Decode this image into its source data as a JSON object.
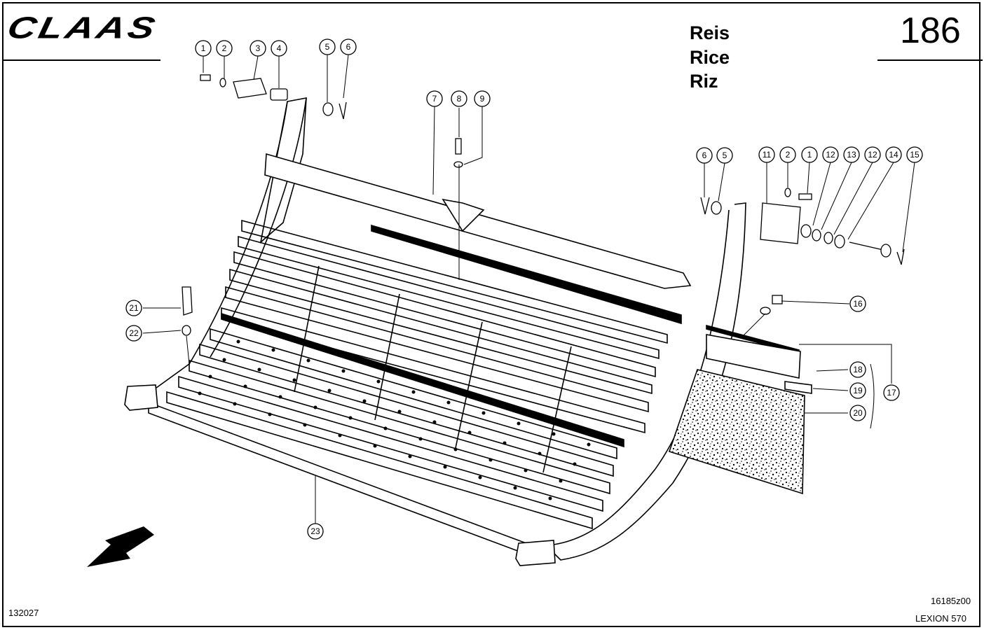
{
  "header": {
    "brand": "CLAAS",
    "titles": [
      "Reis",
      "Rice",
      "Riz"
    ],
    "page_number": "186"
  },
  "footer": {
    "left_code": "132027",
    "drawing_code": "16185z00",
    "model": "LEXION 570"
  },
  "callouts": [
    "1",
    "2",
    "3",
    "4",
    "5",
    "6",
    "7",
    "8",
    "9",
    "6",
    "5",
    "11",
    "2",
    "1",
    "12",
    "13",
    "12",
    "14",
    "15",
    "16",
    "21",
    "22",
    "17",
    "18",
    "19",
    "20",
    "23"
  ],
  "icons": {
    "direction_arrow": "arrow-down-left-icon"
  }
}
